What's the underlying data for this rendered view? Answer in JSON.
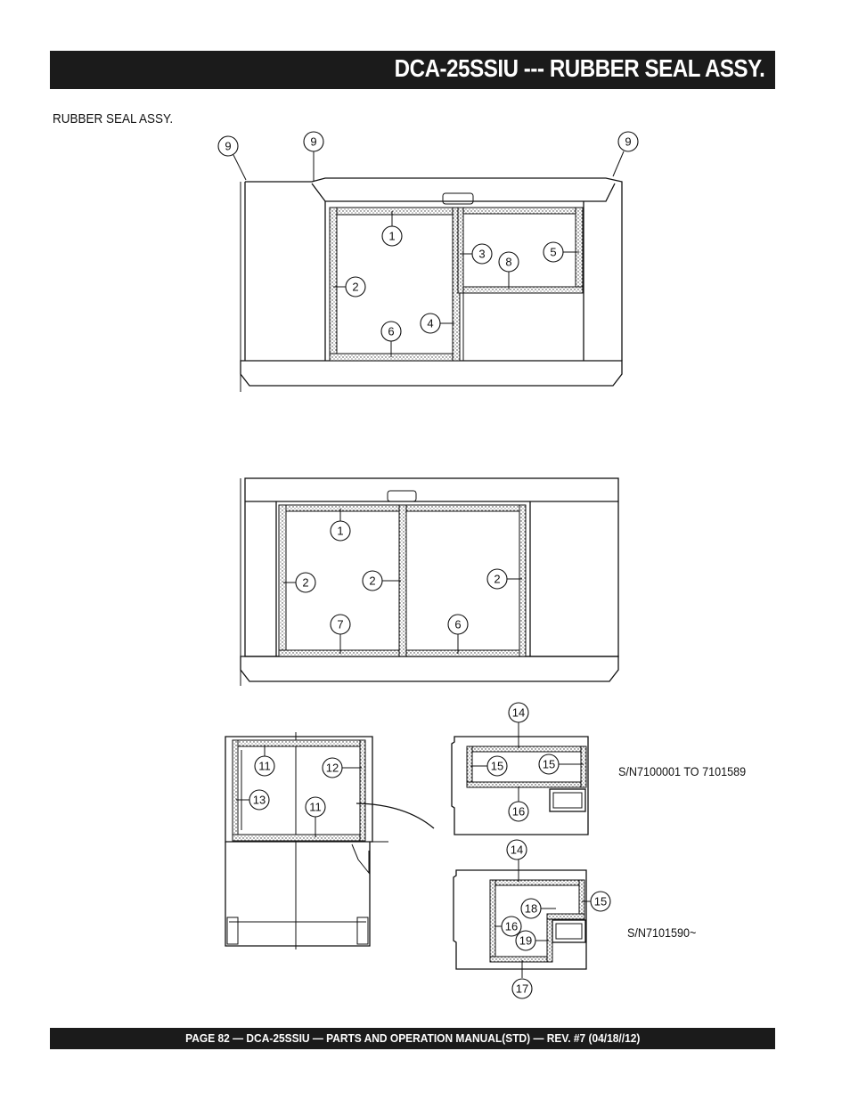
{
  "header": {
    "title": "DCA-25SSIU --- RUBBER SEAL ASSY."
  },
  "section": {
    "label": "RUBBER SEAL ASSY."
  },
  "serial_notes": {
    "range_1": "S/N7100001 TO 7101589",
    "range_2": "S/N7101590~"
  },
  "footer": {
    "text": "PAGE 82 — DCA-25SSIU — PARTS AND OPERATION  MANUAL(STD) — REV. #7  (04/18//12)"
  },
  "callouts": {
    "top_panel": [
      "9",
      "9",
      "9",
      "1",
      "3",
      "8",
      "5",
      "2",
      "4",
      "6"
    ],
    "middle_panel": [
      "1",
      "2",
      "2",
      "2",
      "7",
      "6"
    ],
    "side_panel": [
      "11",
      "12",
      "13",
      "11"
    ],
    "rear_panel_1": [
      "14",
      "15",
      "15",
      "16"
    ],
    "rear_panel_2": [
      "14",
      "15",
      "18",
      "16",
      "19",
      "17"
    ]
  }
}
